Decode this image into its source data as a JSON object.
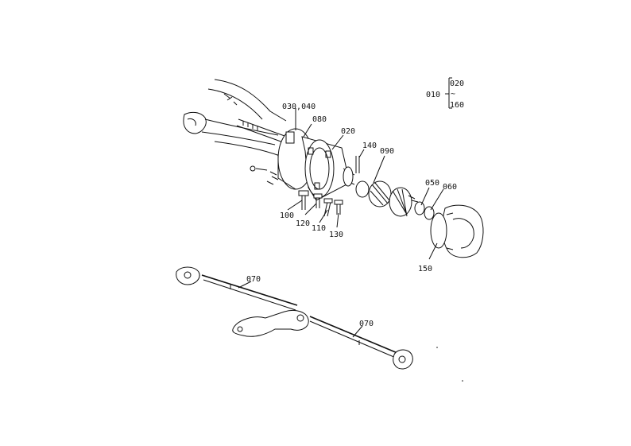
{
  "legend": {
    "root": "010",
    "from": "020",
    "to": "160",
    "tilde": "~"
  },
  "callouts": {
    "c030_040": "030,040",
    "c080": "080",
    "c020": "020",
    "c140": "140",
    "c090": "090",
    "c050": "050",
    "c060": "060",
    "c100": "100",
    "c120": "120",
    "c110": "110",
    "c130": "130",
    "c150": "150",
    "c070a": "070",
    "c070b": "070"
  }
}
